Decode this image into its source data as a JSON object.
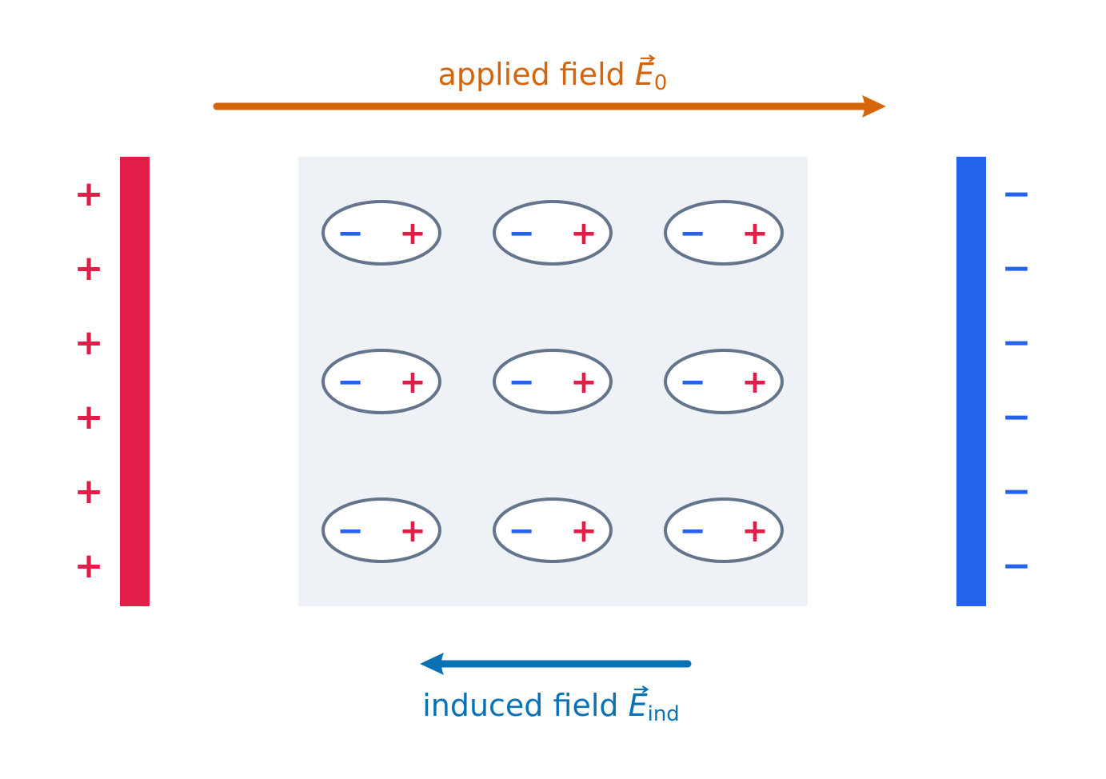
{
  "colors": {
    "applied": "#d4650a",
    "induced": "#0a72b4",
    "positive": "#e11d48",
    "negative": "#2563eb",
    "dielectric": "#eef2f7",
    "dipole_outline": "#64748b"
  },
  "applied_field": {
    "text": "applied field ",
    "symbol": "E",
    "subscript": "0"
  },
  "induced_field": {
    "text": "induced field ",
    "symbol": "E",
    "subscript": "ind"
  },
  "plates": {
    "left": {
      "sign": "+",
      "charge_count": 6
    },
    "right": {
      "sign": "−",
      "charge_count": 6
    }
  },
  "dielectric": {
    "rows": 3,
    "cols": 3,
    "dipole": {
      "negative_sign": "−",
      "positive_sign": "+"
    }
  }
}
